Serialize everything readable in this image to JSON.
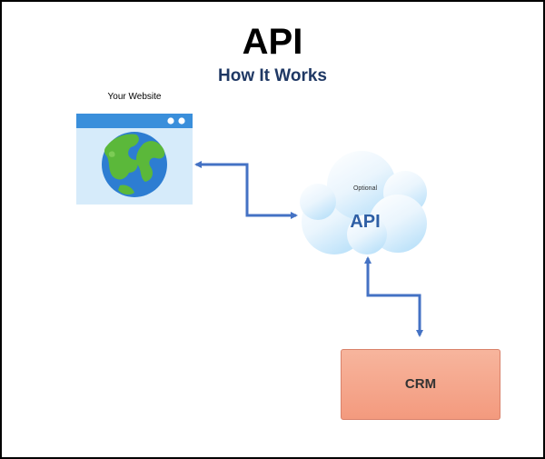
{
  "diagram": {
    "title": "API",
    "subtitle": "How It Works",
    "nodes": {
      "website": {
        "label": "Your Website"
      },
      "api": {
        "label": "API",
        "note": "Optional"
      },
      "crm": {
        "label": "CRM"
      }
    },
    "connections": [
      {
        "from": "website",
        "to": "api",
        "arrowheads": "both"
      },
      {
        "from": "api",
        "to": "crm",
        "arrowheads": "both"
      }
    ]
  },
  "colors": {
    "subtitle": "#1f3864",
    "connector": "#4472c4",
    "api_text": "#2e5fa5",
    "crm_fill": "#f4a78c",
    "browser_bar": "#3a8fdb",
    "browser_body": "#d6ebfa",
    "globe_ocean": "#2d7dd2",
    "globe_land": "#5bb83a"
  }
}
